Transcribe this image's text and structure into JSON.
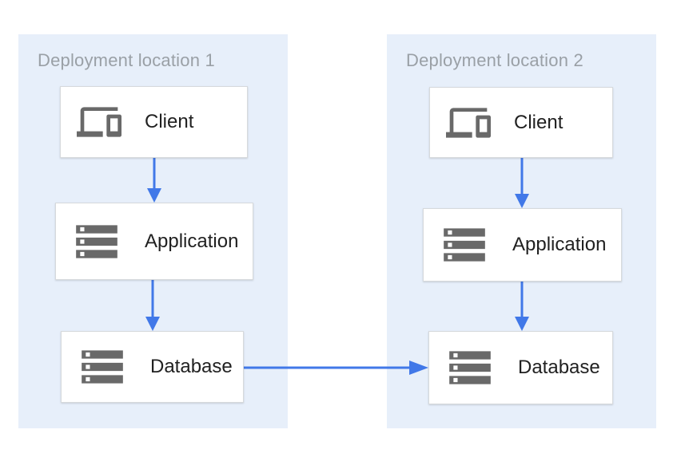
{
  "diagram": {
    "zones": [
      {
        "title": "Deployment location 1",
        "nodes": [
          {
            "label": "Client",
            "icon": "devices-icon"
          },
          {
            "label": "Application",
            "icon": "storage-icon"
          },
          {
            "label": "Database",
            "icon": "storage-icon"
          }
        ]
      },
      {
        "title": "Deployment location 2",
        "nodes": [
          {
            "label": "Client",
            "icon": "devices-icon"
          },
          {
            "label": "Application",
            "icon": "storage-icon"
          },
          {
            "label": "Database",
            "icon": "storage-icon"
          }
        ]
      }
    ],
    "connections": [
      {
        "from": "location1-client",
        "to": "location1-application",
        "direction": "down"
      },
      {
        "from": "location1-application",
        "to": "location1-database",
        "direction": "down"
      },
      {
        "from": "location2-client",
        "to": "location2-application",
        "direction": "down"
      },
      {
        "from": "location2-application",
        "to": "location2-database",
        "direction": "down"
      },
      {
        "from": "location1-database",
        "to": "location2-database",
        "direction": "right"
      }
    ],
    "colors": {
      "zone_bg": "#E7EFFA",
      "arrow": "#4178E8",
      "icon": "#696969",
      "zone_title": "#9AA0A6",
      "node_label": "#212121",
      "node_border": "#D6D9DC",
      "node_bg": "#FFFFFF",
      "canvas_bg": "#FFFFFF"
    }
  }
}
